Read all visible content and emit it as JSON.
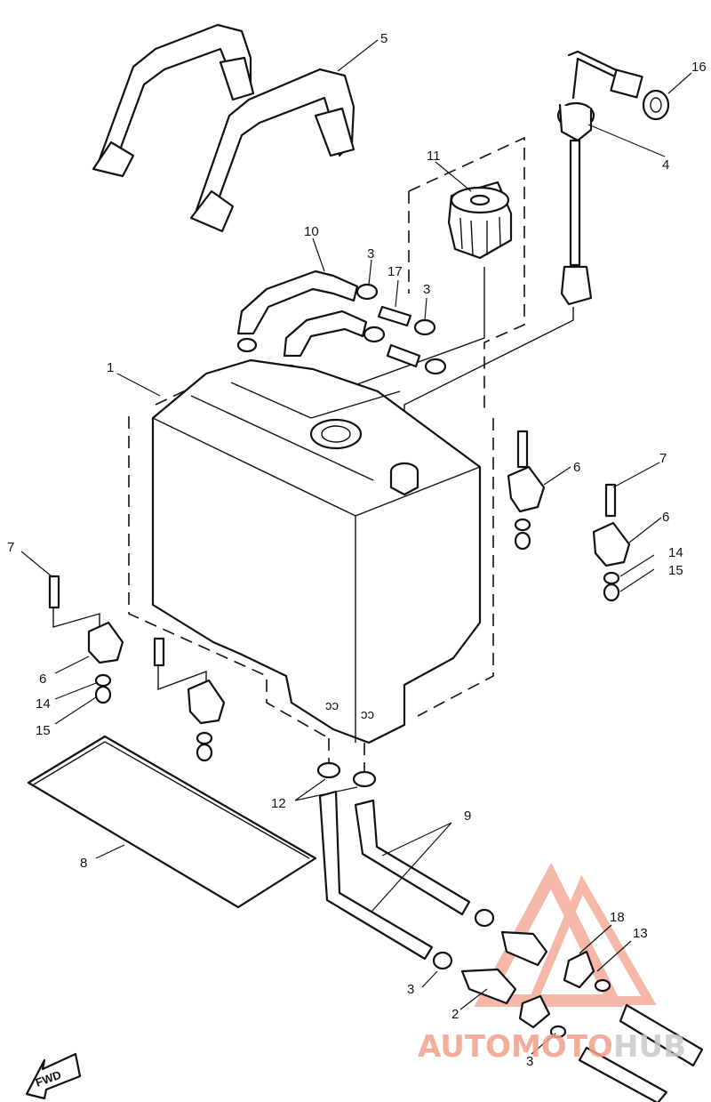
{
  "diagram": {
    "callouts": [
      {
        "id": "c1",
        "text": "1"
      },
      {
        "id": "c2",
        "text": "2"
      },
      {
        "id": "c3a",
        "text": "3"
      },
      {
        "id": "c3b",
        "text": "3"
      },
      {
        "id": "c3c",
        "text": "3"
      },
      {
        "id": "c3d",
        "text": "3"
      },
      {
        "id": "c4",
        "text": "4"
      },
      {
        "id": "c5",
        "text": "5"
      },
      {
        "id": "c6a",
        "text": "6"
      },
      {
        "id": "c6b",
        "text": "6"
      },
      {
        "id": "c6c",
        "text": "6"
      },
      {
        "id": "c7a",
        "text": "7"
      },
      {
        "id": "c7b",
        "text": "7"
      },
      {
        "id": "c8",
        "text": "8"
      },
      {
        "id": "c9",
        "text": "9"
      },
      {
        "id": "c10",
        "text": "10"
      },
      {
        "id": "c11",
        "text": "11"
      },
      {
        "id": "c12",
        "text": "12"
      },
      {
        "id": "c13",
        "text": "13"
      },
      {
        "id": "c14a",
        "text": "14"
      },
      {
        "id": "c14b",
        "text": "14"
      },
      {
        "id": "c15a",
        "text": "15"
      },
      {
        "id": "c15b",
        "text": "15"
      },
      {
        "id": "c16",
        "text": "16"
      },
      {
        "id": "c17",
        "text": "17"
      },
      {
        "id": "c18",
        "text": "18"
      }
    ],
    "direction_label": "FWD"
  },
  "watermark": {
    "part1": "AUTOMOTO",
    "part2": "HUB",
    "color_primary": "#f2a08a",
    "color_secondary": "#c9c9c9"
  }
}
